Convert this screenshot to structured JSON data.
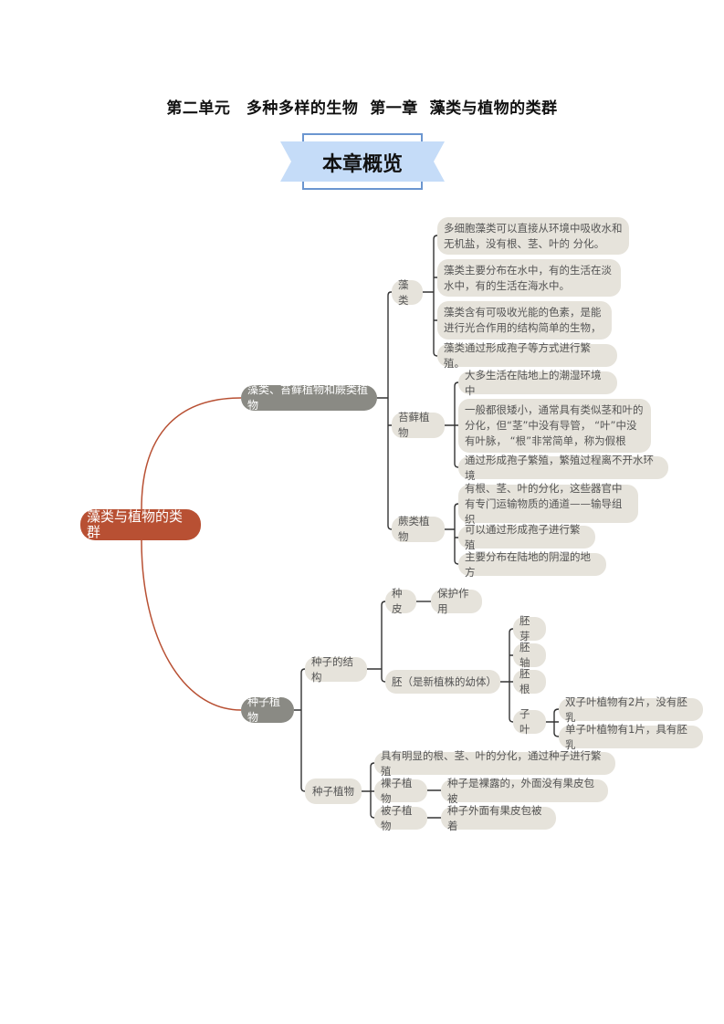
{
  "header": {
    "title": "第二单元　多种多样的生物  第一章  藻类与植物的类群",
    "banner": "本章概览"
  },
  "colors": {
    "root": "#b85033",
    "branch": "#8a8a84",
    "leaf": "#e6e3db",
    "banner_fill": "#c5dcf8",
    "banner_border": "#6b96d0"
  },
  "mindmap": {
    "root": "藻类与植物的类群",
    "branch1": {
      "label": "藻类、苔藓植物和蕨类植物",
      "algae": {
        "label": "藻类",
        "items": [
          "多细胞藻类可以直接从环境中吸收水和无机盐，没有根、茎、叶的 分化。",
          "藻类主要分布在水中，有的生活在淡水中，有的生活在海水中。",
          "藻类含有可吸收光能的色素，是能进行光合作用的结构简单的生物，",
          "藻类通过形成孢子等方式进行繁殖。"
        ]
      },
      "moss": {
        "label": "苔藓植物",
        "items": [
          "大多生活在陆地上的潮湿环境中",
          "一般都很矮小，通常具有类似茎和叶的分化，但“茎”中没有导管，  “叶”中没有叶脉，  “根”非常简单，称为假根",
          "通过形成孢子繁殖，繁殖过程离不开水环境"
        ]
      },
      "fern": {
        "label": "蕨类植物",
        "items": [
          "有根、茎、叶的分化，这些器官中有专门运输物质的通道——输导组织",
          "可以通过形成孢子进行繁殖",
          "主要分布在陆地的阴湿的地方"
        ]
      }
    },
    "branch2": {
      "label": "种子植物",
      "structure": {
        "label": "种子的结构",
        "coat": {
          "label": "种皮",
          "function": "保护作用"
        },
        "embryo": {
          "label": "胚（是新植株的幼体）",
          "parts": [
            "胚芽",
            "胚轴",
            "胚根",
            "子叶"
          ],
          "cotyledon_items": [
            "双子叶植物有2片，没有胚乳",
            "单子叶植物有1片，具有胚乳"
          ]
        }
      },
      "types": {
        "label": "种子植物",
        "feature": "具有明显的根、茎、叶的分化，通过种子进行繁殖",
        "gymnosperm": {
          "label": "裸子植物",
          "desc": "种子是裸露的，外面没有果皮包被"
        },
        "angiosperm": {
          "label": "被子植物",
          "desc": "种子外面有果皮包被着"
        }
      }
    }
  }
}
